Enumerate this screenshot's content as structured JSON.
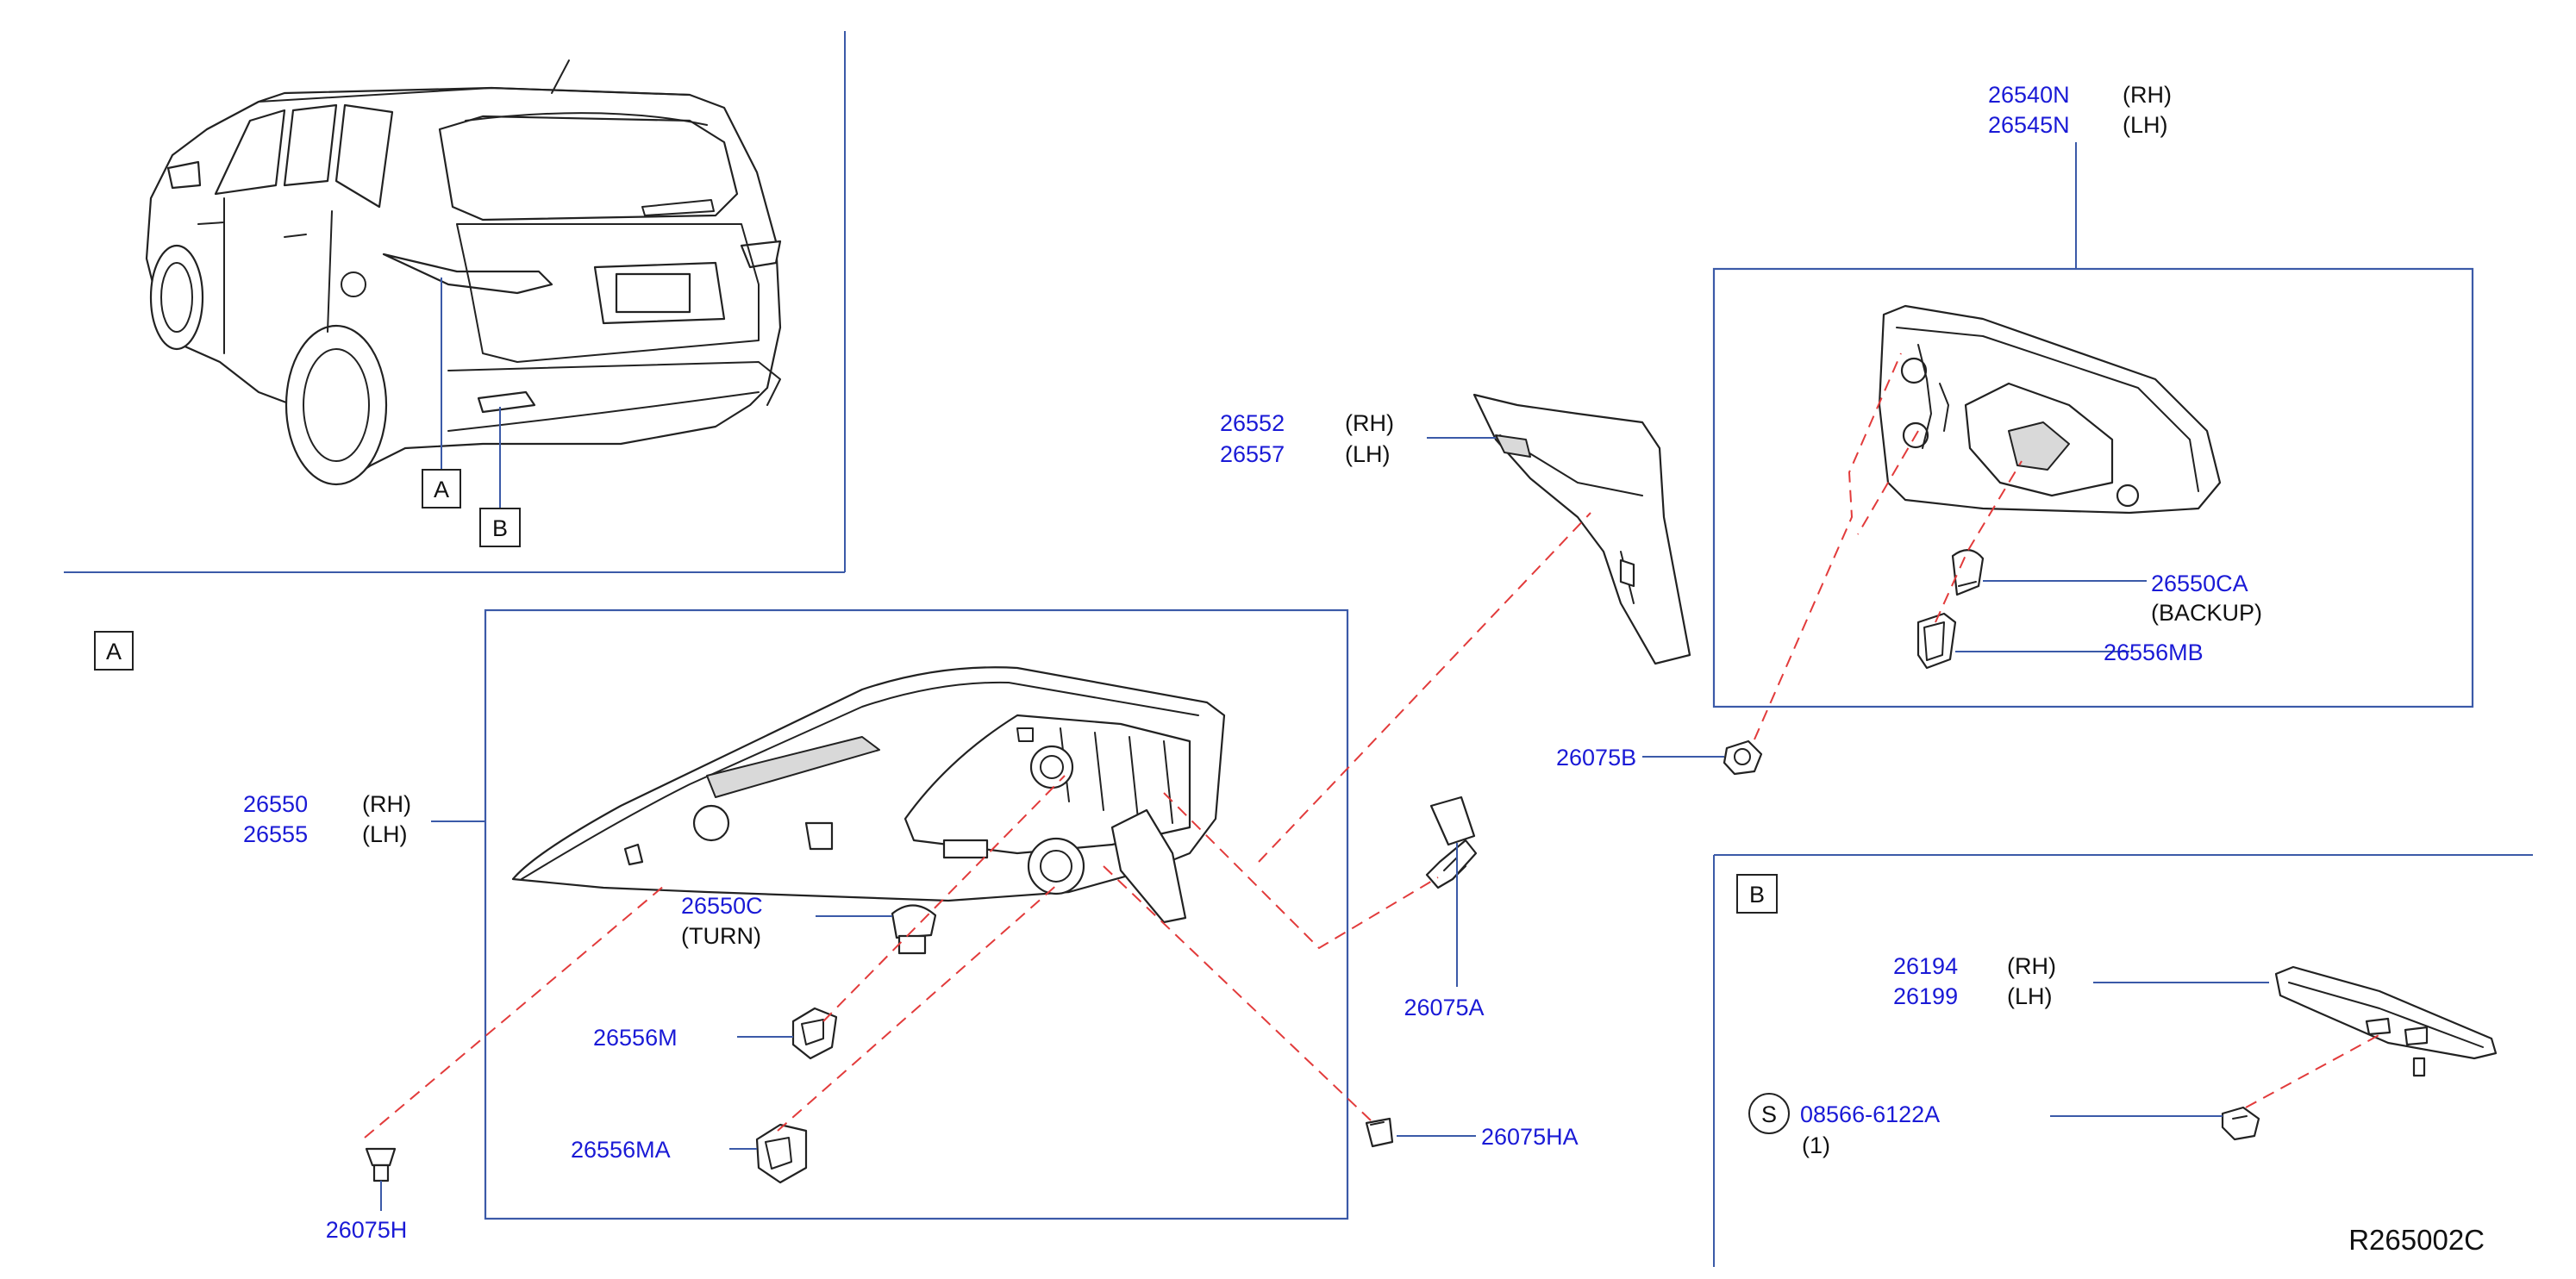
{
  "diagram_code": "R265002C",
  "view_labels": {
    "a": "A",
    "b": "B"
  },
  "callouts": {
    "combo_lamp": {
      "rh_no": "26550",
      "rh": "(RH)",
      "lh_no": "26555",
      "lh": "(LH)"
    },
    "lamp_bracket": {
      "rh_no": "26552",
      "rh": "(RH)",
      "lh_no": "26557",
      "lh": "(LH)"
    },
    "gate_lamp": {
      "rh_no": "26540N",
      "rh": "(RH)",
      "lh_no": "26545N",
      "lh": "(LH)"
    },
    "backup_bulb": {
      "no": "26550CA",
      "note": "(BACKUP)"
    },
    "backup_socket": {
      "no": "26556MB"
    },
    "nut_b": {
      "no": "26075B"
    },
    "turn_bulb": {
      "no": "26550C",
      "note": "(TURN)"
    },
    "socket_m": {
      "no": "26556M"
    },
    "socket_ma": {
      "no": "26556MA"
    },
    "bolt_a": {
      "no": "26075A"
    },
    "clip_ha": {
      "no": "26075HA"
    },
    "clip_h": {
      "no": "26075H"
    },
    "reflex": {
      "rh_no": "26194",
      "rh": "(RH)",
      "lh_no": "26199",
      "lh": "(LH)"
    },
    "screw": {
      "symbol": "S",
      "no": "08566-6122A",
      "qty": "(1)"
    }
  }
}
